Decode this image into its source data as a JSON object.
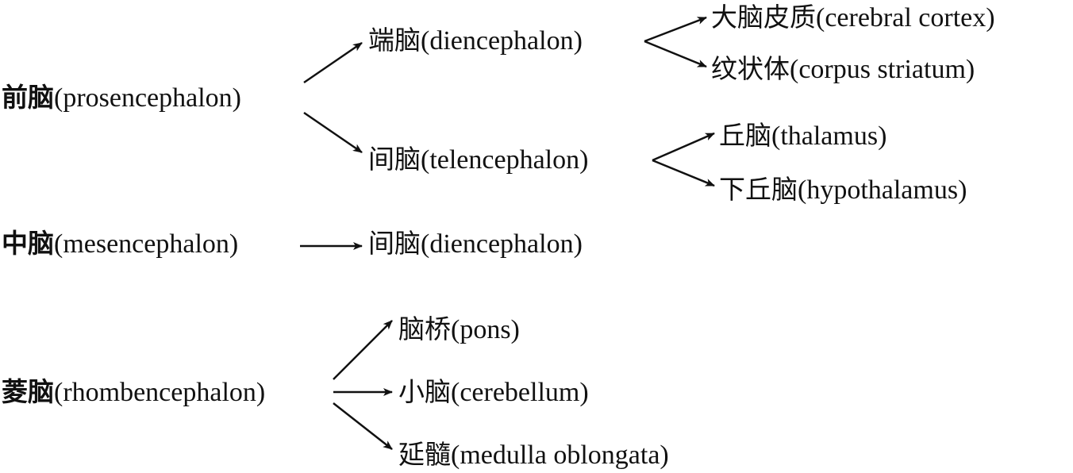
{
  "forebrain": {
    "cn": "前脑",
    "en": "(prosencephalon)",
    "branch_upper": {
      "cn": "端脑",
      "en": "(diencephalon)",
      "children": [
        {
          "cn": "大脑皮质",
          "en": "(cerebral cortex)"
        },
        {
          "cn": "纹状体",
          "en": "(corpus striatum)"
        }
      ]
    },
    "branch_lower": {
      "cn": "间脑",
      "en": "(telencephalon)",
      "children": [
        {
          "cn": "丘脑",
          "en": "(thalamus)"
        },
        {
          "cn": "下丘脑",
          "en": "(hypothalamus)"
        }
      ]
    }
  },
  "midbrain": {
    "cn": "中脑",
    "en": "(mesencephalon)",
    "child": {
      "cn": "间脑",
      "en": "(diencephalon)"
    }
  },
  "hindbrain": {
    "cn": "菱脑",
    "en": "(rhombencephalon)",
    "children": [
      {
        "cn": "脑桥",
        "en": "(pons)"
      },
      {
        "cn": "小脑",
        "en": "(cerebellum)"
      },
      {
        "cn": "延髓",
        "en": "(medulla oblongata)"
      }
    ]
  }
}
